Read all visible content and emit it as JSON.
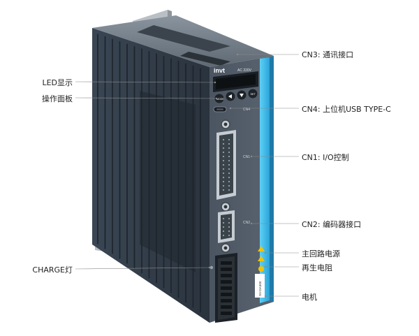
{
  "product": {
    "brand_logo": "invt",
    "nameplate": "AC  220V",
    "connector_marks": [
      "CN4",
      "CN1",
      "CN2"
    ],
    "keypad": {
      "mode_key": "MODE",
      "set_key": "SET"
    },
    "serial_label": "SV-DA300",
    "accent_color": "#3bb3e6",
    "body_color": "#2f3a45"
  },
  "callouts": {
    "cn3": "CN3: 通讯接口",
    "led": "LED显示",
    "panel": "操作面板",
    "cn4": "CN4: 上位机USB TYPE-C",
    "cn1": "CN1: I/O控制",
    "cn2": "CN2: 编码器接口",
    "main_power": "主回路电源",
    "regen": "再生电阻",
    "charge": "CHARGE灯",
    "motor": "电机"
  }
}
